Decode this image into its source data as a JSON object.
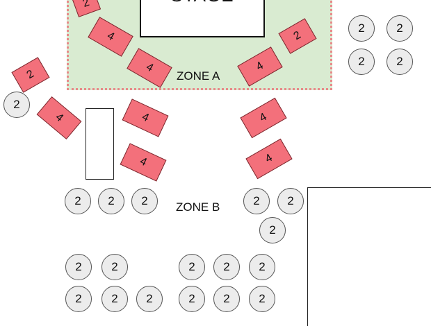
{
  "stage": {
    "label": "STAGE"
  },
  "zones": [
    {
      "id": "a",
      "label": "ZONE A"
    },
    {
      "id": "b",
      "label": "ZONE B"
    }
  ],
  "tables": [
    {
      "capacity": "2",
      "zone": "A"
    },
    {
      "capacity": "4",
      "zone": "A"
    },
    {
      "capacity": "4",
      "zone": "A"
    },
    {
      "capacity": "4",
      "zone": "A"
    },
    {
      "capacity": "2",
      "zone": "A"
    },
    {
      "capacity": "2",
      "zone": "B"
    },
    {
      "capacity": "4",
      "zone": "B"
    },
    {
      "capacity": "4",
      "zone": "B"
    },
    {
      "capacity": "4",
      "zone": "B"
    },
    {
      "capacity": "4",
      "zone": "B"
    },
    {
      "capacity": "4",
      "zone": "B"
    }
  ],
  "seats": [
    "2",
    "2",
    "2",
    "2",
    "2",
    "2",
    "2",
    "2",
    "2",
    "2",
    "2",
    "2",
    "2",
    "2",
    "2",
    "2",
    "2",
    "2",
    "2",
    "2",
    "2",
    "2"
  ],
  "colors": {
    "zone_a_fill": "#d9ebd1",
    "zone_a_border": "#e88a8a",
    "table_fill": "#f3707b",
    "seat_fill": "#ececec"
  }
}
